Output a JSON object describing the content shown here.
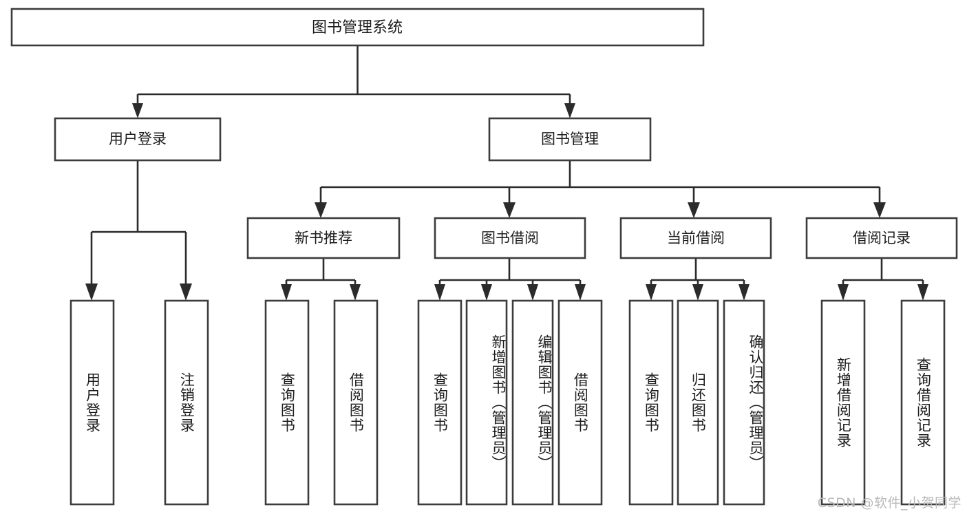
{
  "diagram": {
    "title": "图书管理系统",
    "type": "tree-hierarchy",
    "orientation": "top-down",
    "box_fill": "#ffffff",
    "box_stroke": "#3c3c3c",
    "connector_color": "#2b2b2b",
    "text_color": "#1d1d1d",
    "background": "#ffffff"
  },
  "root": {
    "label": "图书管理系统"
  },
  "level2": [
    {
      "label": "用户登录"
    },
    {
      "label": "图书管理"
    }
  ],
  "level3": [
    {
      "label": "新书推荐"
    },
    {
      "label": "图书借阅"
    },
    {
      "label": "当前借阅"
    },
    {
      "label": "借阅记录"
    }
  ],
  "leaves": {
    "user_login": [
      {
        "label": "用户登录"
      },
      {
        "label": "注销登录"
      }
    ],
    "new_book": [
      {
        "label": "查询图书"
      },
      {
        "label": "借阅图书"
      }
    ],
    "book_borrow": [
      {
        "label": "查询图书"
      },
      {
        "label": "新增图书（管理员）"
      },
      {
        "label": "编辑图书（管理员）"
      },
      {
        "label": "借阅图书"
      }
    ],
    "current_borrow": [
      {
        "label": "查询图书"
      },
      {
        "label": "归还图书"
      },
      {
        "label": "确认归还（管理员）"
      }
    ],
    "borrow_record": [
      {
        "label": "新增借阅记录"
      },
      {
        "label": "查询借阅记录"
      }
    ]
  },
  "watermark": {
    "text": "CSDN @软件_小贺同学"
  }
}
